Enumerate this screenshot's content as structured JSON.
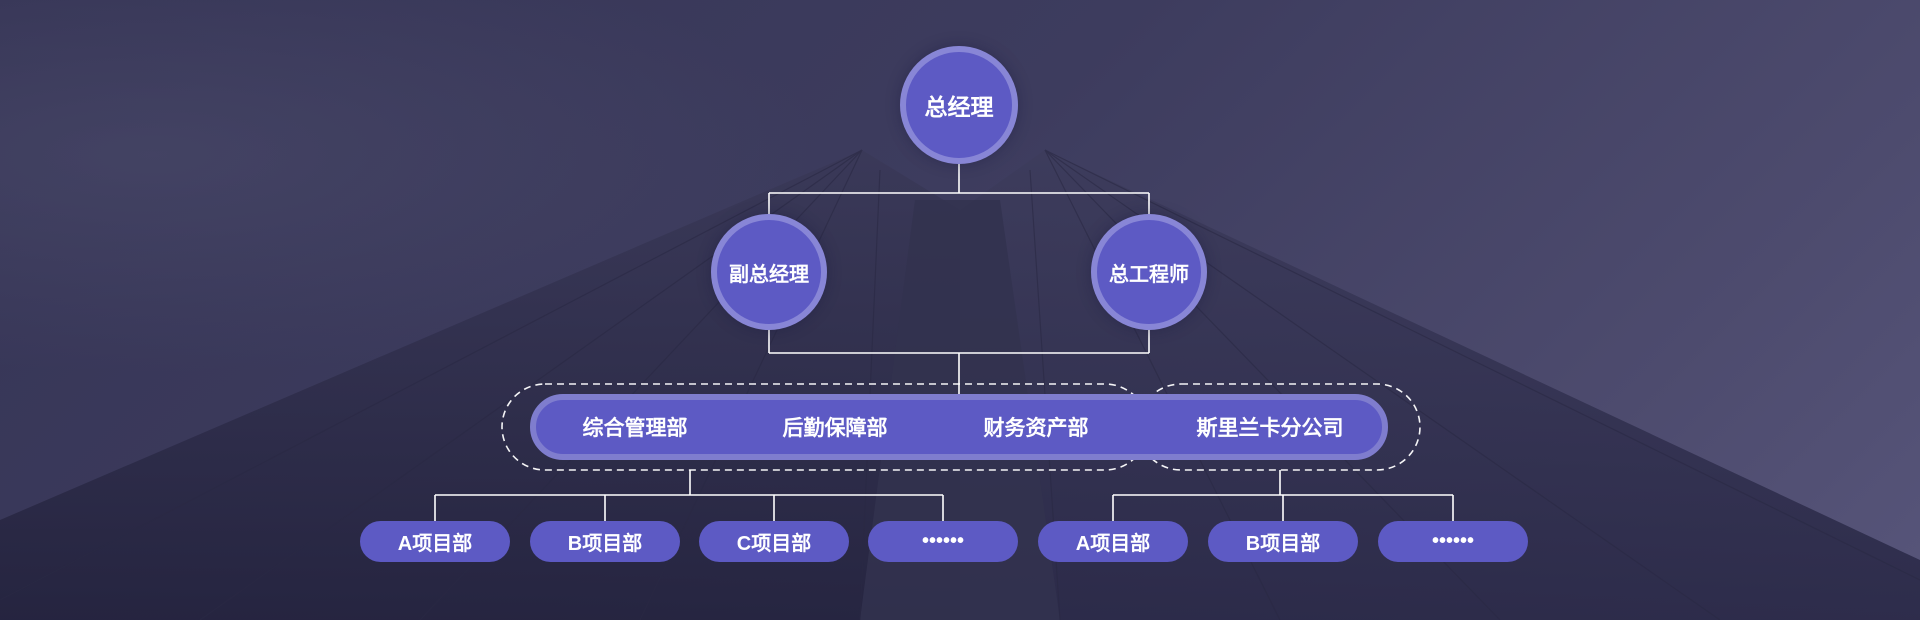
{
  "colors": {
    "node_fill": "#5d5ac4",
    "node_ring": "#8886d6",
    "connector": "#ffffff",
    "background": "#3d3c5e"
  },
  "org": {
    "root": "总经理",
    "level2": [
      "副总经理",
      "总工程师"
    ],
    "departments": [
      "综合管理部",
      "后勤保障部",
      "财务资产部",
      "斯里兰卡分公司"
    ],
    "projects_group_left": [
      "A项目部",
      "B项目部",
      "C项目部",
      "••••••"
    ],
    "projects_group_right": [
      "A项目部",
      "B项目部",
      "••••••"
    ]
  }
}
